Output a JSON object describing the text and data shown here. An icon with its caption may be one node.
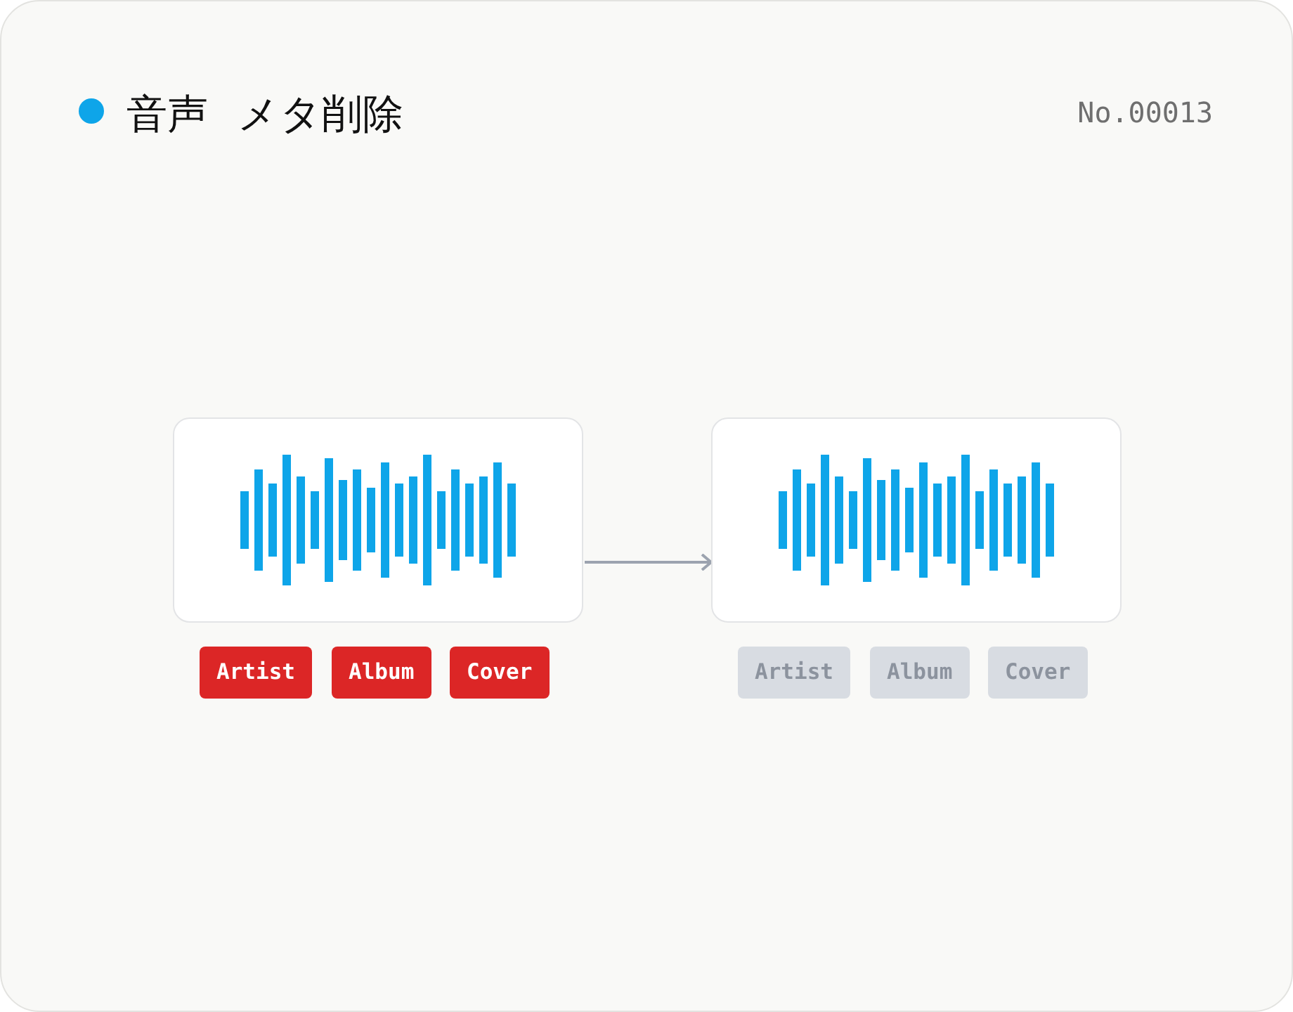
{
  "diagram": {
    "title": "音声 メタ削除",
    "nodes": [
      {
        "text": [],
        "shape": "picture"
      },
      {
        "text": [
          "Artist"
        ]
      },
      {
        "text": [
          "Album"
        ]
      },
      {
        "text": [
          "Cover"
        ]
      },
      {
        "text": [],
        "shape": "picture"
      },
      {
        "text": [
          "Artist"
        ]
      },
      {
        "text": [
          "Album"
        ]
      },
      {
        "text": [
          "Cover"
        ]
      }
    ],
    "edges": [
      {
        "from": 0,
        "to": 4,
        "arrow": "to"
      }
    ],
    "labels": [
      "No.00013"
    ]
  }
}
